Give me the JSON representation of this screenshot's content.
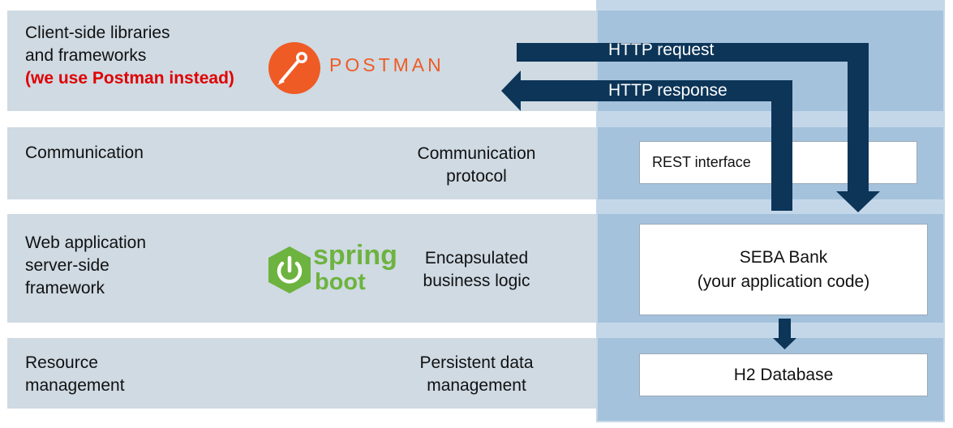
{
  "layers": [
    {
      "label_lines": [
        "Client-side libraries",
        "and frameworks"
      ],
      "highlight": "(we use Postman instead)",
      "logo_text": "POSTMAN"
    },
    {
      "label_lines": [
        "Communication"
      ],
      "role_lines": [
        "Communication",
        "protocol"
      ]
    },
    {
      "label_lines": [
        "Web application",
        "server-side",
        "framework"
      ],
      "role_lines": [
        "Encapsulated",
        "business logic"
      ],
      "logo_word1": "spring",
      "logo_word2": "boot"
    },
    {
      "label_lines": [
        "Resource",
        "management"
      ],
      "role_lines": [
        "Persistent data",
        "management"
      ]
    }
  ],
  "arrows": {
    "request": "HTTP request",
    "response": "HTTP response"
  },
  "components": {
    "rest": "REST interface",
    "seba_line1": "SEBA Bank",
    "seba_line2": "(your application code)",
    "db": "H2 Database"
  },
  "colors": {
    "band": "#cfdae3",
    "column": "#a5c2dc",
    "arrow": "#0c3558",
    "highlight": "#e00000",
    "postman_orange": "#ef5b25",
    "spring_green": "#6db33f"
  }
}
